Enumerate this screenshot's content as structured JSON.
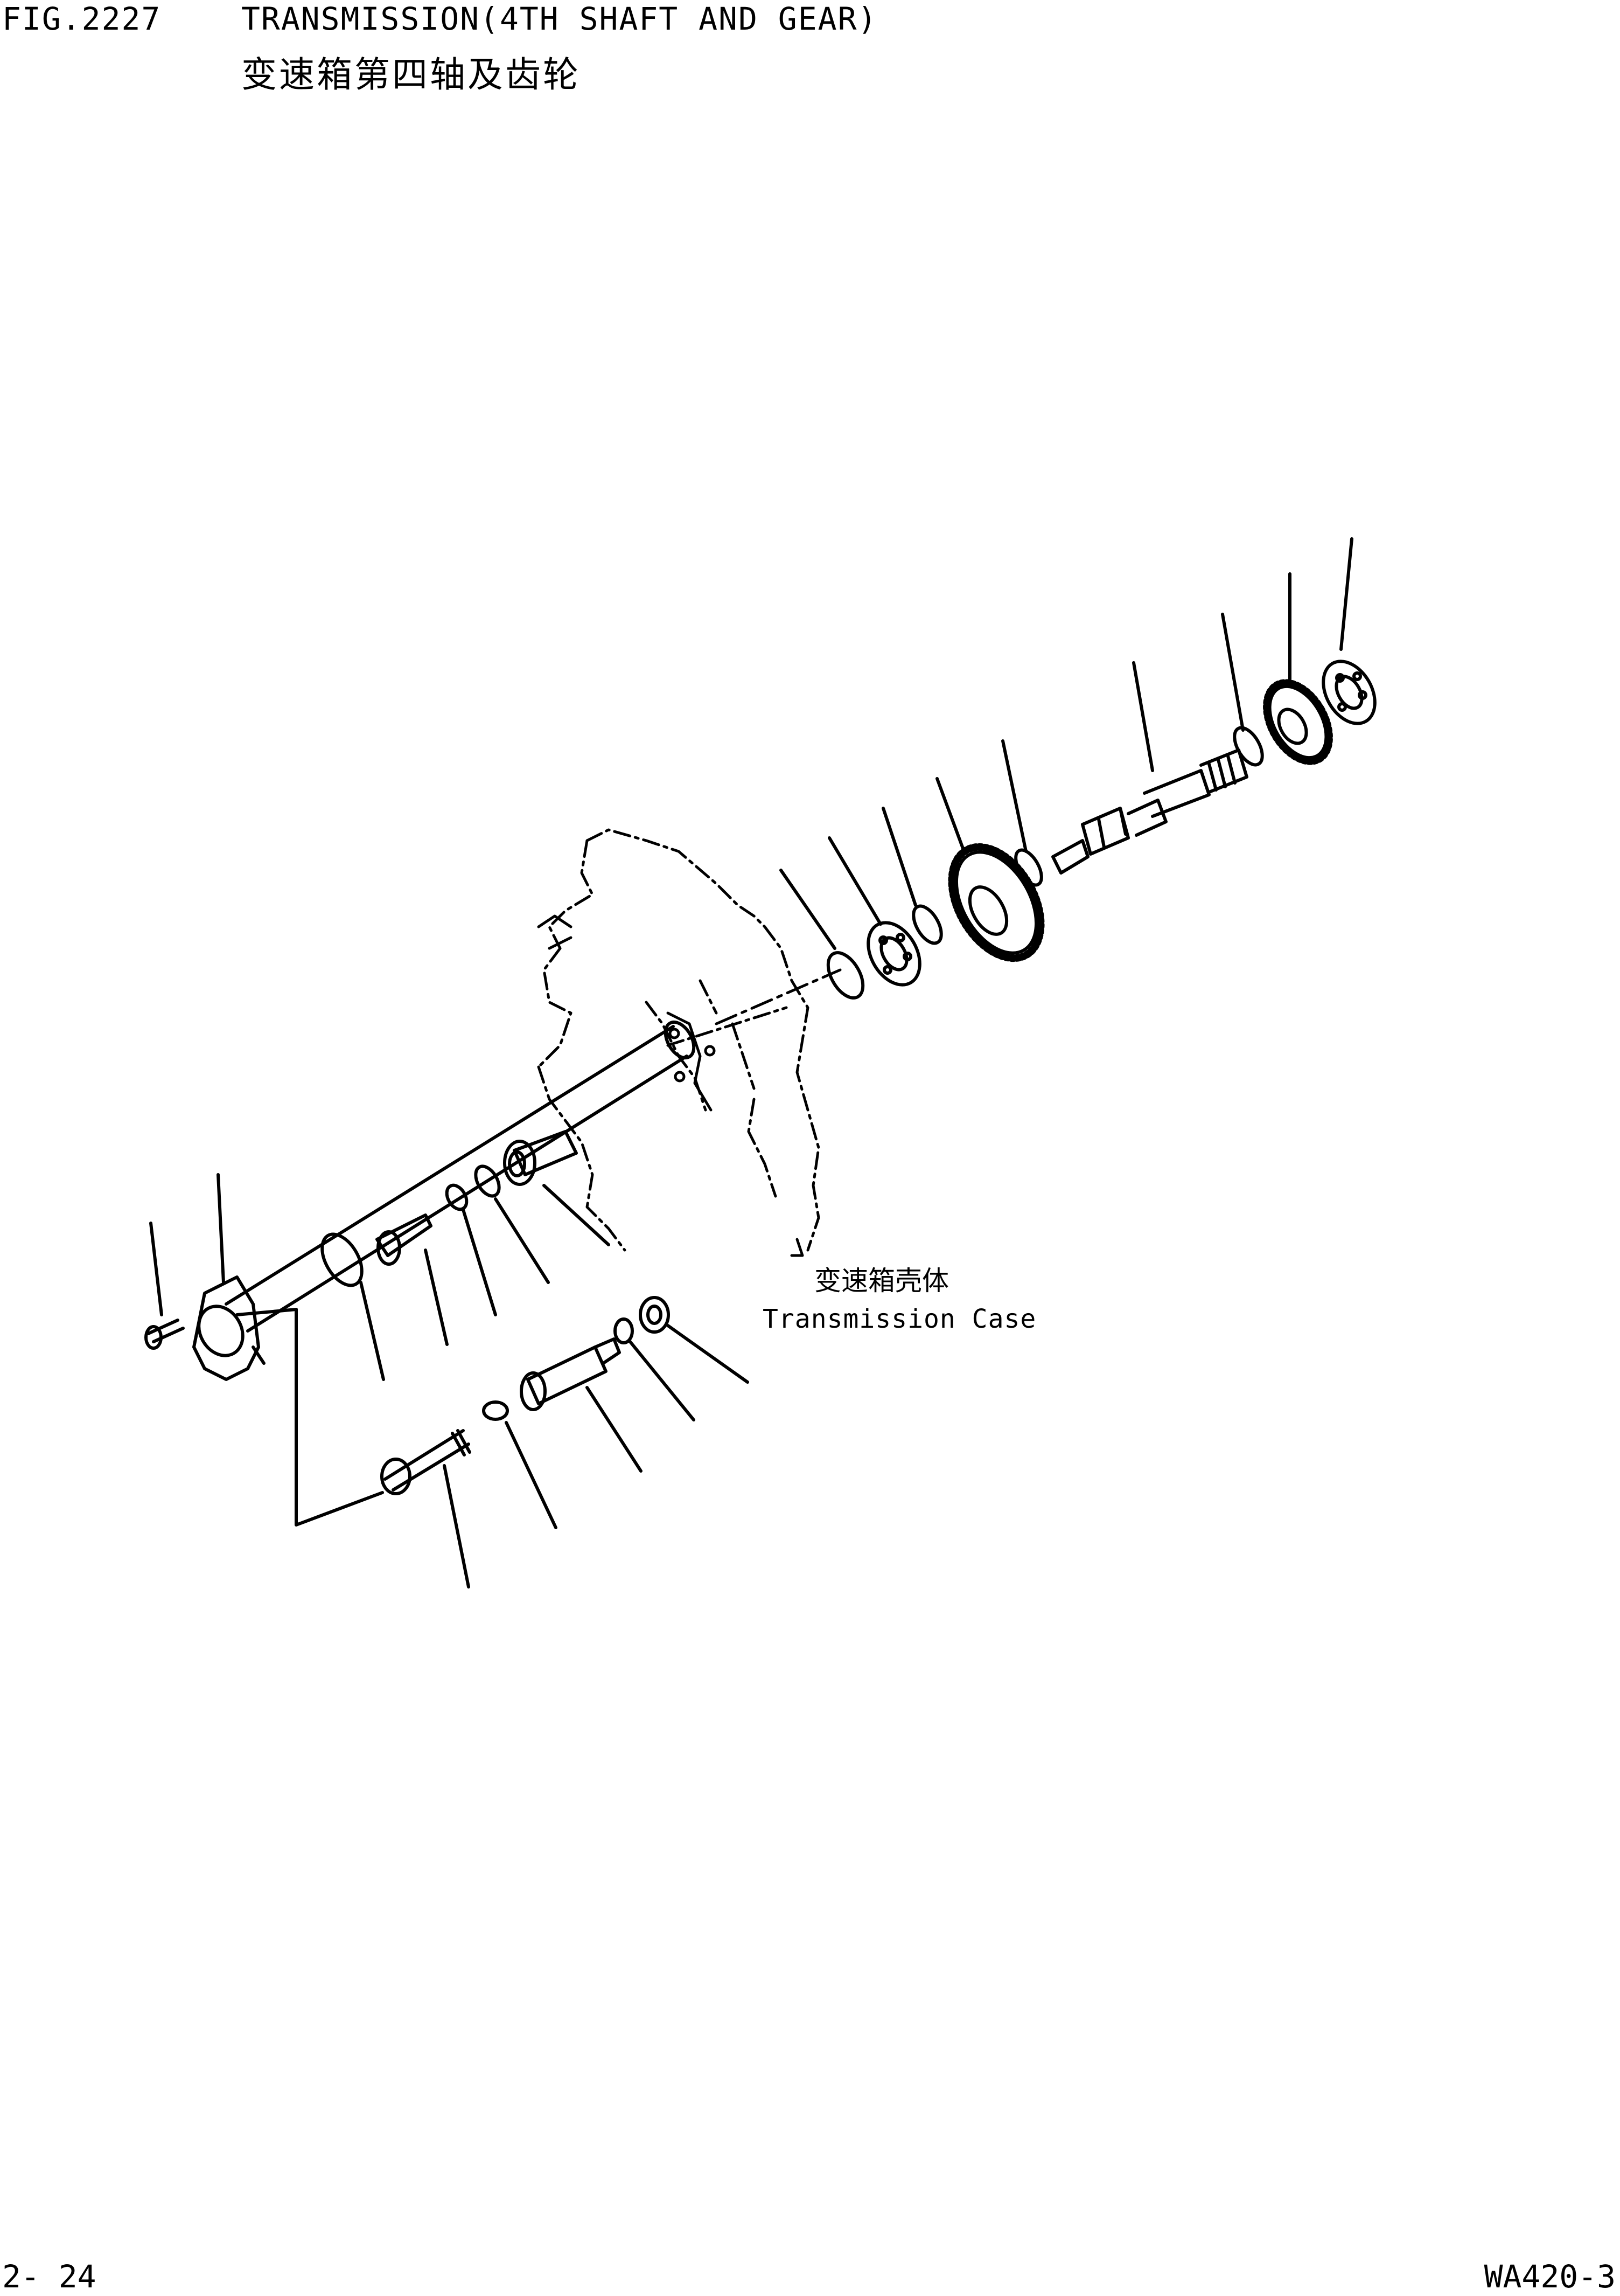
{
  "header": {
    "fig_number": "FIG.2227",
    "title_en": "TRANSMISSION(4TH SHAFT AND GEAR)",
    "title_cn": "变速箱第四轴及齿轮"
  },
  "callout": {
    "label_cn": "变速箱壳体",
    "label_en": "Transmission Case"
  },
  "footer": {
    "page_number": "2- 24",
    "model": "WA420-3"
  }
}
